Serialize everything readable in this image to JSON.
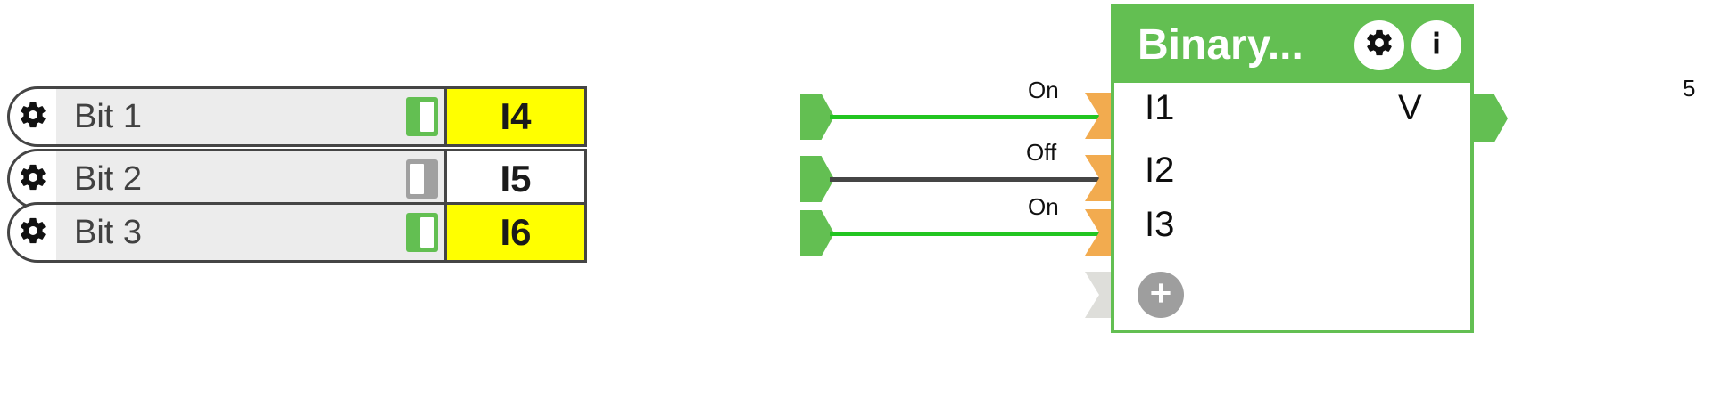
{
  "canvas": {
    "background": "#ffffff"
  },
  "colors": {
    "node_green": "#63bf52",
    "wire_on": "#22c521",
    "wire_off": "#454545",
    "port_active_yellow": "#ffff00",
    "input_flag_orange": "#f2ab4f",
    "input_flag_empty": "#dededa",
    "switch_off_gray": "#a0a0a0",
    "row_background": "#ececec",
    "outline": "#454545"
  },
  "bit_nodes": [
    {
      "gear_icon": "gear-icon",
      "label": "Bit 1",
      "switch_state": "on",
      "port_name": "I4",
      "port_active": true,
      "wire_label": "On",
      "wire_state": "on"
    },
    {
      "gear_icon": "gear-icon",
      "label": "Bit 2",
      "switch_state": "off",
      "port_name": "I5",
      "port_active": false,
      "wire_label": "Off",
      "wire_state": "off"
    },
    {
      "gear_icon": "gear-icon",
      "label": "Bit 3",
      "switch_state": "on",
      "port_name": "I6",
      "port_active": true,
      "wire_label": "On",
      "wire_state": "on"
    }
  ],
  "binary_node": {
    "title": "Binary...",
    "settings_icon": "gear-icon",
    "info_icon": "info-icon",
    "input_ports": [
      {
        "label": "I1",
        "connected": true
      },
      {
        "label": "I2",
        "connected": true
      },
      {
        "label": "I3",
        "connected": true
      },
      {
        "label": "",
        "connected": false
      }
    ],
    "add_port_icon": "plus-icon",
    "add_port_label": "+",
    "output_port": {
      "label": "V",
      "count_badge": "5"
    }
  }
}
